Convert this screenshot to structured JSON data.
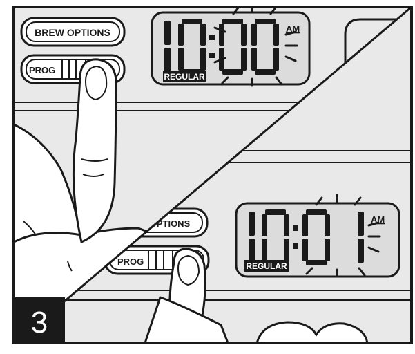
{
  "step_number": "3",
  "panel_top": {
    "brew_button_label": "BREW OPTIONS",
    "prog_button_label": "PROG",
    "time": "10:00",
    "meridiem": "AM",
    "mode_badge": "REGULAR"
  },
  "panel_bottom": {
    "brew_button_label": "OPTIONS",
    "prog_button_label": "PROG",
    "time": "10:01",
    "meridiem": "AM",
    "mode_badge": "REGULAR"
  },
  "colors": {
    "ink": "#1a1a1a",
    "panel_gray": "#e9e9e9",
    "display_gray": "#dcdcdc",
    "badge": "#1a1a1a",
    "paper": "#ffffff"
  },
  "icons": [
    "pointing-finger-icon",
    "hand-icon",
    "blink-rays-icon"
  ]
}
